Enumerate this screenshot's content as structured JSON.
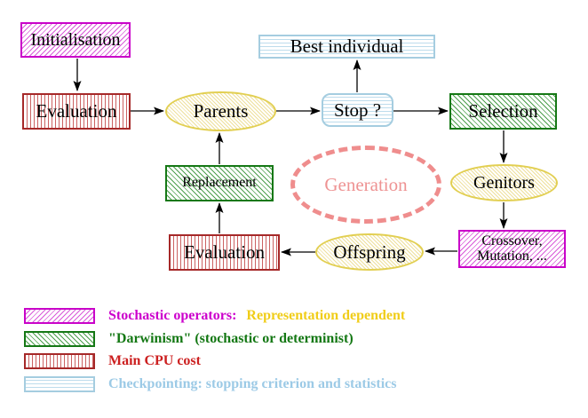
{
  "nodes": {
    "initialisation": {
      "label": "Initialisation"
    },
    "evaluation_top": {
      "label": "Evaluation"
    },
    "parents": {
      "label": "Parents"
    },
    "best_individual": {
      "label": "Best individual"
    },
    "stop": {
      "label": "Stop ?"
    },
    "selection": {
      "label": "Selection"
    },
    "genitors": {
      "label": "Genitors"
    },
    "crossover": {
      "label_line1": "Crossover,",
      "label_line2": "Mutation, ..."
    },
    "offspring": {
      "label": "Offspring"
    },
    "evaluation_bottom": {
      "label": "Evaluation"
    },
    "replacement": {
      "label": "Replacement"
    },
    "generation": {
      "label": "Generation"
    }
  },
  "legend": {
    "items": [
      {
        "swatch": "magenta-diagonal-hatch",
        "label": "Stochastic operators:",
        "label_color": "#cc00cc",
        "label2": "Representation dependent",
        "label2_color": "#f0cd19"
      },
      {
        "swatch": "green-diagonal-hatch",
        "label": "\"Darwinism\" (stochastic or determinist)",
        "label_color": "#147814"
      },
      {
        "swatch": "red-vertical-stripes",
        "label": "Main CPU cost",
        "label_color": "#cc2020"
      },
      {
        "swatch": "cyan-horizontal-stripes",
        "label": "Checkpointing: stopping criterion and statistics",
        "label_color": "#9ccae6"
      }
    ]
  },
  "colors": {
    "stochastic_border": "#c903c9",
    "cpu_border": "#a62929",
    "darwinism_border": "#157815",
    "population_border": "#e2cf52",
    "checkpoint_border": "#a5cde0",
    "generation_dash": "#ef8d8d",
    "arrow": "#000000",
    "background": "#ffffff"
  }
}
